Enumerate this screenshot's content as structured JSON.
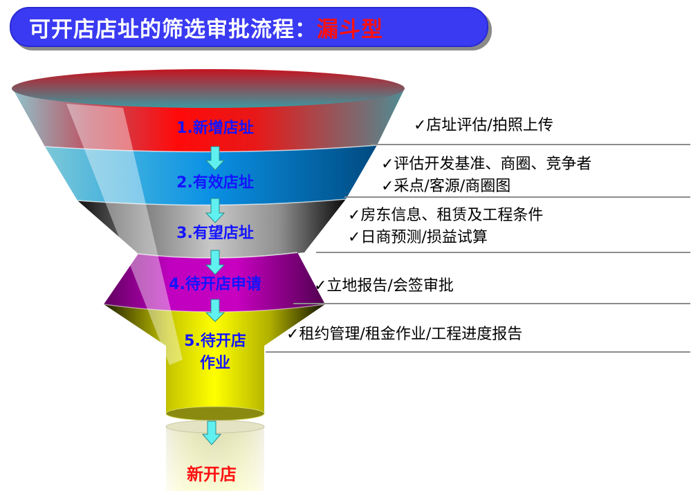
{
  "title": {
    "main": "可开店店址的筛选审批流程：",
    "accent": "漏斗型"
  },
  "funnel": {
    "stages": [
      {
        "label": "1.新增店址",
        "color": "#ff1010"
      },
      {
        "label": "2.有效店址",
        "color": "#0a8ee0"
      },
      {
        "label": "3.有望店址",
        "color": "#b8b8b8"
      },
      {
        "label": "4.待开店申请",
        "color": "#c800c0"
      },
      {
        "label_line1": "5.待开店",
        "label_line2": "作业",
        "color": "#ffff00"
      }
    ],
    "result": {
      "label": "新开店",
      "color": "#ff1010"
    },
    "arrow_color": "#60f0f0",
    "label_color": "#1414ff"
  },
  "notes": [
    {
      "lines": [
        "✓店址评估/拍照上传"
      ]
    },
    {
      "lines": [
        "✓评估开发基准、商圈、竞争者",
        "✓采点/客源/商圈图"
      ]
    },
    {
      "lines": [
        "✓房东信息、租赁及工程条件",
        "✓日商预测/损益试算"
      ]
    },
    {
      "lines": [
        "✓立地报告/会签审批"
      ]
    },
    {
      "lines": [
        "✓租约管理/租金作业/工程进度报告"
      ]
    }
  ]
}
